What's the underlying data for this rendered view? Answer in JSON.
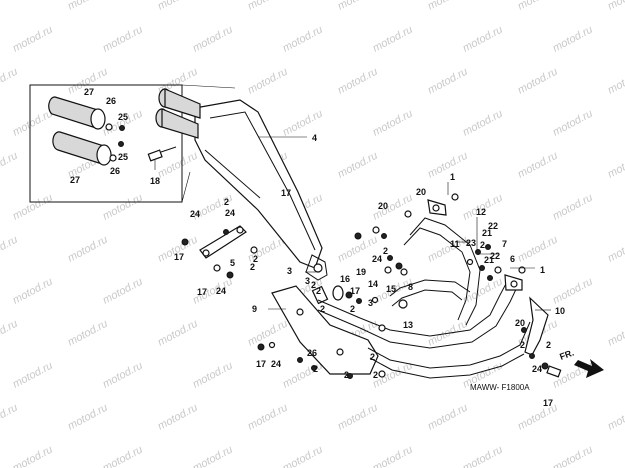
{
  "diagram": {
    "code": "MAWW- F1800A",
    "front_marker": "FR.",
    "watermark": "motod.ru",
    "callouts": [
      "27",
      "26",
      "25",
      "25",
      "27",
      "26",
      "18",
      "4",
      "24",
      "2",
      "17",
      "3",
      "3",
      "5",
      "2",
      "17",
      "24",
      "2",
      "9",
      "16",
      "17",
      "2",
      "24",
      "2",
      "20",
      "1",
      "12",
      "21",
      "22",
      "11",
      "7",
      "6",
      "23",
      "2",
      "21",
      "22",
      "1",
      "19",
      "8",
      "15",
      "14",
      "3",
      "13",
      "10",
      "20",
      "2",
      "2",
      "24",
      "17",
      "17",
      "24",
      "26",
      "2",
      "2",
      "2",
      "2",
      "24",
      "17",
      "2",
      "2",
      "2",
      "20"
    ]
  }
}
